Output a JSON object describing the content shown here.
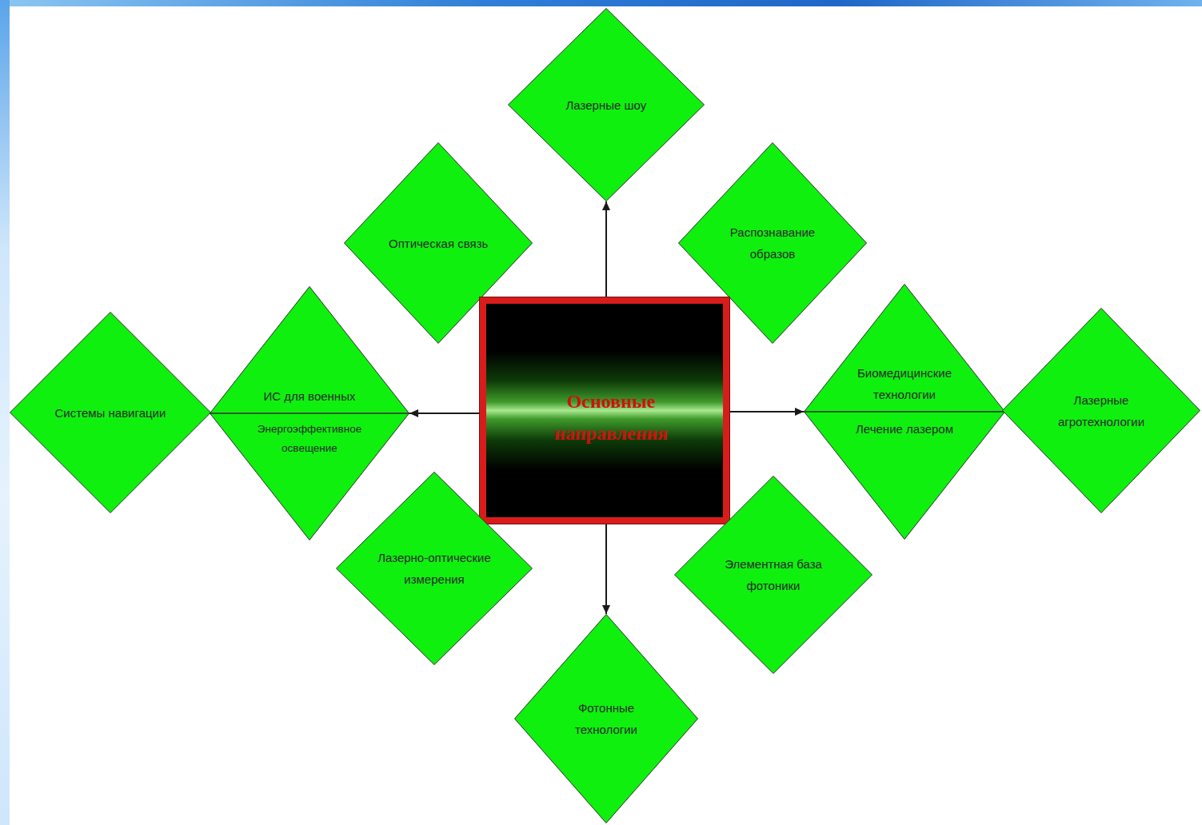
{
  "diagram": {
    "nodes": [
      {
        "text": [
          "Лазерные шоу"
        ]
      },
      {
        "text": [
          "Оптическая связь"
        ]
      },
      {
        "text": [
          "Распознавание образов"
        ]
      },
      {
        "text": [
          "Системы навигации"
        ]
      },
      {
        "text": [
          "ИС для военных",
          "Энергоэффективное освещение"
        ]
      },
      {
        "text": [
          "Основные направления"
        ]
      },
      {
        "text": [
          "Биомедицинские технологии",
          "Лечение лазером"
        ]
      },
      {
        "text": [
          "Лазерные агротехнологии"
        ]
      },
      {
        "text": [
          "Лазерно-оптические измерения"
        ]
      },
      {
        "text": [
          "Элементная база фотоники"
        ]
      },
      {
        "text": [
          "Фотонные технологии"
        ]
      }
    ],
    "edges": [
      {
        "from": 5,
        "to": 0,
        "arrow": "to"
      },
      {
        "from": 5,
        "to": 4,
        "arrow": "to"
      },
      {
        "from": 5,
        "to": 6,
        "arrow": "to"
      },
      {
        "from": 5,
        "to": 10,
        "arrow": "to"
      }
    ]
  }
}
